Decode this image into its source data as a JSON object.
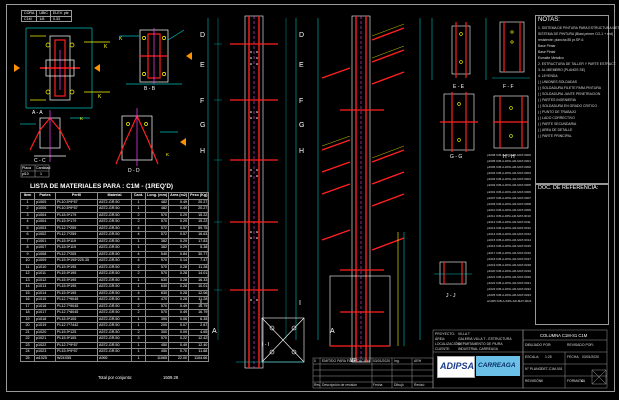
{
  "top_table": {
    "headers": [
      "CORA",
      "UBIC",
      "ELEV. pie"
    ],
    "row": [
      "C1M",
      "1/8",
      "0.33"
    ]
  },
  "sections": {
    "aa": "A - A",
    "bb": "B - B",
    "cc": "C - C",
    "dd": "D - D",
    "ee": "E - E",
    "ff": "F - F",
    "gg": "G - G",
    "hh": "H - H",
    "jj": "J - J",
    "ii": "I - I",
    "vp": "VP"
  },
  "view_letters": [
    "D",
    "D",
    "E",
    "E",
    "F",
    "F",
    "G",
    "G",
    "H",
    "H",
    "I",
    "I",
    "A",
    "A"
  ],
  "small_box": {
    "head": [
      "Placa",
      "Cantidad"
    ],
    "row": [
      "pl10",
      "1"
    ]
  },
  "materials": {
    "title": "LISTA DE MATERIALES PARA :  C1M  - (1REQ'D)",
    "headers": [
      "Item",
      "Partes",
      "Perfil",
      "Material",
      "Cant.",
      "Long. (mm)",
      "Area (m2)",
      "Peso (Kg)"
    ],
    "rows": [
      [
        "1",
        "p1005",
        "PL10.5*9*57",
        "A572-GR.50",
        "1",
        "482",
        "0.49",
        "20.27"
      ],
      [
        "2",
        "p1006",
        "PL10.5*9*57",
        "A572-GR.50",
        "1",
        "482",
        "0.49",
        "20.27"
      ],
      [
        "3",
        "p1004",
        "PL15.9*179",
        "A572-GR.50",
        "2",
        "570",
        "0.29",
        "15.22"
      ],
      [
        "4",
        "p1004",
        "PL15.9*179",
        "A572-GR.50",
        "2",
        "570",
        "0.29",
        "15.22"
      ],
      [
        "5",
        "p1003",
        "PL12.7*259",
        "A572-GR.50",
        "4",
        "572",
        "0.57",
        "59.75"
      ],
      [
        "6",
        "p1002",
        "PL12.7*259",
        "A572-GR.50",
        "4",
        "572",
        "0.57",
        "16.63"
      ],
      [
        "7",
        "p1001",
        "PL15.9*119",
        "A572-GR.50",
        "1",
        "382",
        "0.29",
        "17.83"
      ],
      [
        "8",
        "p1007",
        "PL15.9*119",
        "A572-GR.50",
        "1",
        "382",
        "0.29",
        "5.38"
      ],
      [
        "9",
        "p1008",
        "PL12.7*205",
        "A572-GR.50",
        "4",
        "540",
        "0.84",
        "30.77"
      ],
      [
        "10",
        "p1009",
        "PL15.9*195*225.35",
        "A572-GR.50",
        "4",
        "570",
        "0.14",
        "7.47"
      ],
      [
        "11",
        "p1010",
        "PL15.9*195",
        "A572-GR.50",
        "2",
        "570",
        "0.28",
        "11.28"
      ],
      [
        "12",
        "p1011",
        "PL15.9*195",
        "A572-GR.50",
        "2",
        "570",
        "0.28",
        "14.01"
      ],
      [
        "13",
        "p1012",
        "PL15.9*195",
        "A572-GR.50",
        "1",
        "630",
        "0.28",
        "16.33"
      ],
      [
        "14",
        "p1013",
        "PL15.9*195",
        "A572-GR.50",
        "1",
        "630",
        "0.28",
        "10.01"
      ],
      [
        "15",
        "p1014",
        "PL15.9*195",
        "A572-GR.50",
        "4",
        "630",
        "0.28",
        "12.06"
      ],
      [
        "16",
        "p1015",
        "PL12.7*9045",
        "A572-GR.50",
        "4",
        "470",
        "0.28",
        "11.28"
      ],
      [
        "17",
        "p1016",
        "PL12.7*9045",
        "A572-GR.50",
        "2",
        "570",
        "0.49",
        "16.79"
      ],
      [
        "18",
        "p1017",
        "PL12.7*8045",
        "A572-GR.50",
        "2",
        "570",
        "0.49",
        "16.79"
      ],
      [
        "19",
        "p1018",
        "PL15.9*105",
        "A572-GR.50",
        "1",
        "390",
        "0.06",
        "6.35"
      ],
      [
        "20",
        "p1019",
        "PL12.7*7442",
        "A572-GR.50",
        "1",
        "200",
        "0.07",
        "2.87"
      ],
      [
        "21",
        "p1020",
        "PL15.9*125",
        "A572-GR.50",
        "2",
        "300",
        "0.09",
        "4.65"
      ],
      [
        "22",
        "p1021",
        "PL15.9*105",
        "A572-GR.50",
        "3",
        "570",
        "0.22",
        "12.42"
      ],
      [
        "23",
        "p1022",
        "PL12.7*9*57",
        "A572-GR.50",
        "1",
        "450",
        "0.49",
        "12.40"
      ],
      [
        "24",
        "p1023",
        "PL15.9*9*57",
        "A572-GR.50",
        "1",
        "450",
        "0.70",
        "11.88"
      ],
      [
        "25",
        "w1025",
        "W24X55",
        "A992",
        "1",
        "11065",
        "22.00",
        "1104.66"
      ]
    ],
    "total_label": "Total por conjunto:",
    "total_value": "1509.29"
  },
  "notas": {
    "title": "NOTAS:",
    "items": [
      "1. SISTEMA DE PINTURA PARA ESTRUCTURA METALICA",
      "   SISTEMA DE PINTURA (Blast primer CG-1 + red)",
      "   resistente: plancha 85 pr.SP-6",
      "   Base Pintar",
      "   Base Pintar",
      "   Esmalte Metalico",
      "2. ESTRUCTURA DE TALLER Y PARTE ESTRUCT.",
      "3. AL MIEMBRO (PLANOS SE)",
      "4. LEYENDA",
      "   ( ) UNIONES SOLDADAS",
      "   ( ) SOLDADURA FILETE PARA PINTURA",
      "   ( ) SOLDADURA JUNTE PENETRACION",
      "   ( ) PARTES INGENIERIA",
      "   ( ) SOLDADURA EN GRADO CRITICO",
      "   ( ) PUNTO DE TRABAJO",
      "   ( ) LADO CORRECTIVO",
      "   ( ) PARTE SECUNDARIA",
      "   ( ) AREA DE DETALLE",
      "   ( ) PARTE PRINCIPAL"
    ]
  },
  "docref": {
    "title": "DOC. DE REFERENCIA:"
  },
  "refs": [
    "p1008  ICB-A-DPA-AR-MAT-0000",
    "p1005  ICB-A-DPA-AR-MAT-0001",
    "p1006  ICB-A-DPA-AR-MAT-0002",
    "p1004  ICB-A-DPA-AR-MAT-0003",
    "p1003  ICB-A-DPA-AR-MAT-0004",
    "p1002  ICB-A-DPA-AR-MAT-0005",
    "p1001  ICB-A-DPA-AR-MAT-0006",
    "p1007  ICB-A-DPA-AR-MAT-0007",
    "p1009  ICB-A-DPA-AR-MAT-0008",
    "p1010  ICB-A-DPA-AR-MAT-0009",
    "p1011  ICB-A-DPA-AR-MAT-0010",
    "p1012  ICB-A-DPA-AR-MAT-0011",
    "p1013  ICB-A-DPA-AR-MAT-0012",
    "p1014  ICB-A-DPA-AR-MAT-0013",
    "p1015  ICB-A-DPA-AR-MAT-0014",
    "p1016  ICB-A-DPA-AR-MAT-0015",
    "p1017  ICB-A-DPA-AR-MAT-0016",
    "p1018  ICB-A-DPA-AR-MAT-0017",
    "p1019  ICB-A-DPA-AR-MAT-0018",
    "p1020  ICB-A-DPA-AR-MAT-0019",
    "p1021  ICB-A-DPA-AR-MAT-0020",
    "p1022  ICB-A-DPA-AR-MAT-0021",
    "p1023  ICB-A-DPA-AR-MAT-0022",
    "p1025  ICB-A-DPA-AR-MAT-0023",
    "w1025  ICB-A-DPA-AR-MAT-0024"
  ],
  "title_block": {
    "rev_header": [
      "Rev.",
      "Descripción de revisión",
      "Fecha",
      "Dibujó",
      "Revisó"
    ],
    "rev_row": [
      "0",
      "EMITIDO PARA FABRICACION",
      "03/01/2020",
      "Ing.",
      "ARH"
    ],
    "proyecto_label": "PROYECTO:",
    "proyecto": "VILLA T",
    "area_label": "ÁREA:",
    "area": "GALERIA VILLA T - ESTRUCTURA",
    "ubic_label": "LOCALIZACIÓN:",
    "ubic": "DEPARTAMENTO DE PIURA",
    "cliente_label": "CLIENTE:",
    "cliente": "INDUSTRIAL CARREAGA",
    "adipsa": "ADIPSA",
    "carreaga": "CARREAGA",
    "plano_title": "COLUMNA C1M-S1 C1M",
    "dibujado_label": "DIBUJADO POR:",
    "revisado_label": "REVISADO POR:",
    "escala_label": "ESCALA:",
    "escala": "1:25",
    "fecha_label": "FECHA:",
    "fecha": "03/01/2020",
    "plano_label": "N° PLANO:",
    "plano": "DET-C1M-001",
    "formato_label": "FORMATO:",
    "formato": "A1",
    "revision_label": "REVISIÓN:",
    "revision": "0"
  }
}
